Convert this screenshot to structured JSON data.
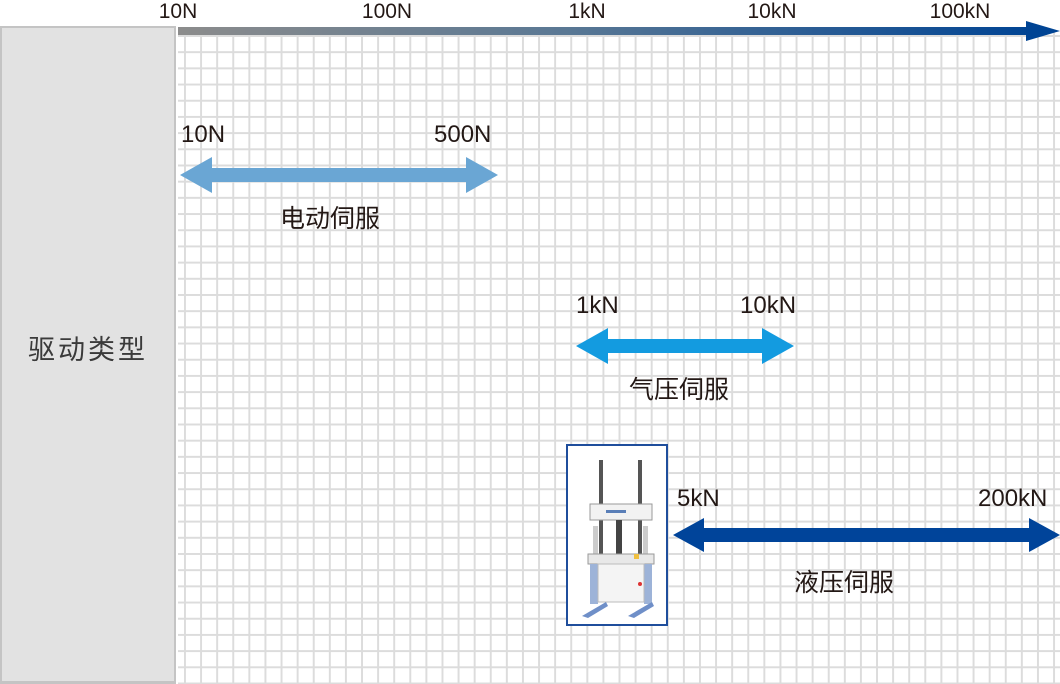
{
  "axis": {
    "title": "",
    "ticks": [
      "10N",
      "100N",
      "1kN",
      "10kN",
      "100kN"
    ],
    "gradient_start": "#8c8c8c",
    "gradient_end": "#004494"
  },
  "side_label": "驱动类型",
  "ranges": [
    {
      "name": "电动伺服",
      "min_label": "10N",
      "max_label": "500N",
      "min": 10,
      "max": 500,
      "color": "#6aa6d4"
    },
    {
      "name": "气压伺服",
      "min_label": "1kN",
      "max_label": "10kN",
      "min": 1000,
      "max": 10000,
      "color": "#139be0"
    },
    {
      "name": "液压伺服",
      "min_label": "5kN",
      "max_label": "200kN",
      "min": 5000,
      "max": 200000,
      "color": "#00449a"
    }
  ],
  "photo": {
    "caption": "hydraulic-servo-testing-machine"
  }
}
